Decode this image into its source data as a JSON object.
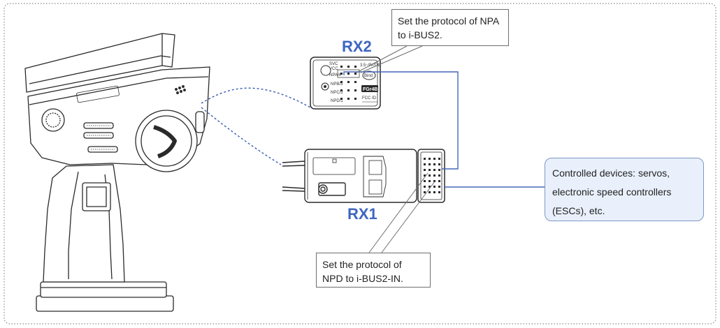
{
  "labels": {
    "rx2": "RX2",
    "rx1": "RX1"
  },
  "callouts": {
    "npa": "Set the protocol of NPA to i-BUS2.",
    "npd": "Set the protocol of NPD to i-BUS2-IN.",
    "devices": "Controlled devices: servos, electronic speed controllers (ESCs), etc."
  },
  "rx2_panel": {
    "left_labels": [
      "SVC",
      "VCC",
      "NPA/4",
      "NPB/3",
      "NPC/2",
      "NPD/1"
    ],
    "voltage": "3.5~9V/DC",
    "bind": "Bind",
    "model": "FGr4B",
    "fcc": "FCC ID"
  },
  "colors": {
    "accent": "#3d66c2",
    "wire": "#4466b8",
    "callout_fill": "#e9f0fb",
    "outline": "#2a2a2a",
    "border": "#8a8a8a"
  }
}
